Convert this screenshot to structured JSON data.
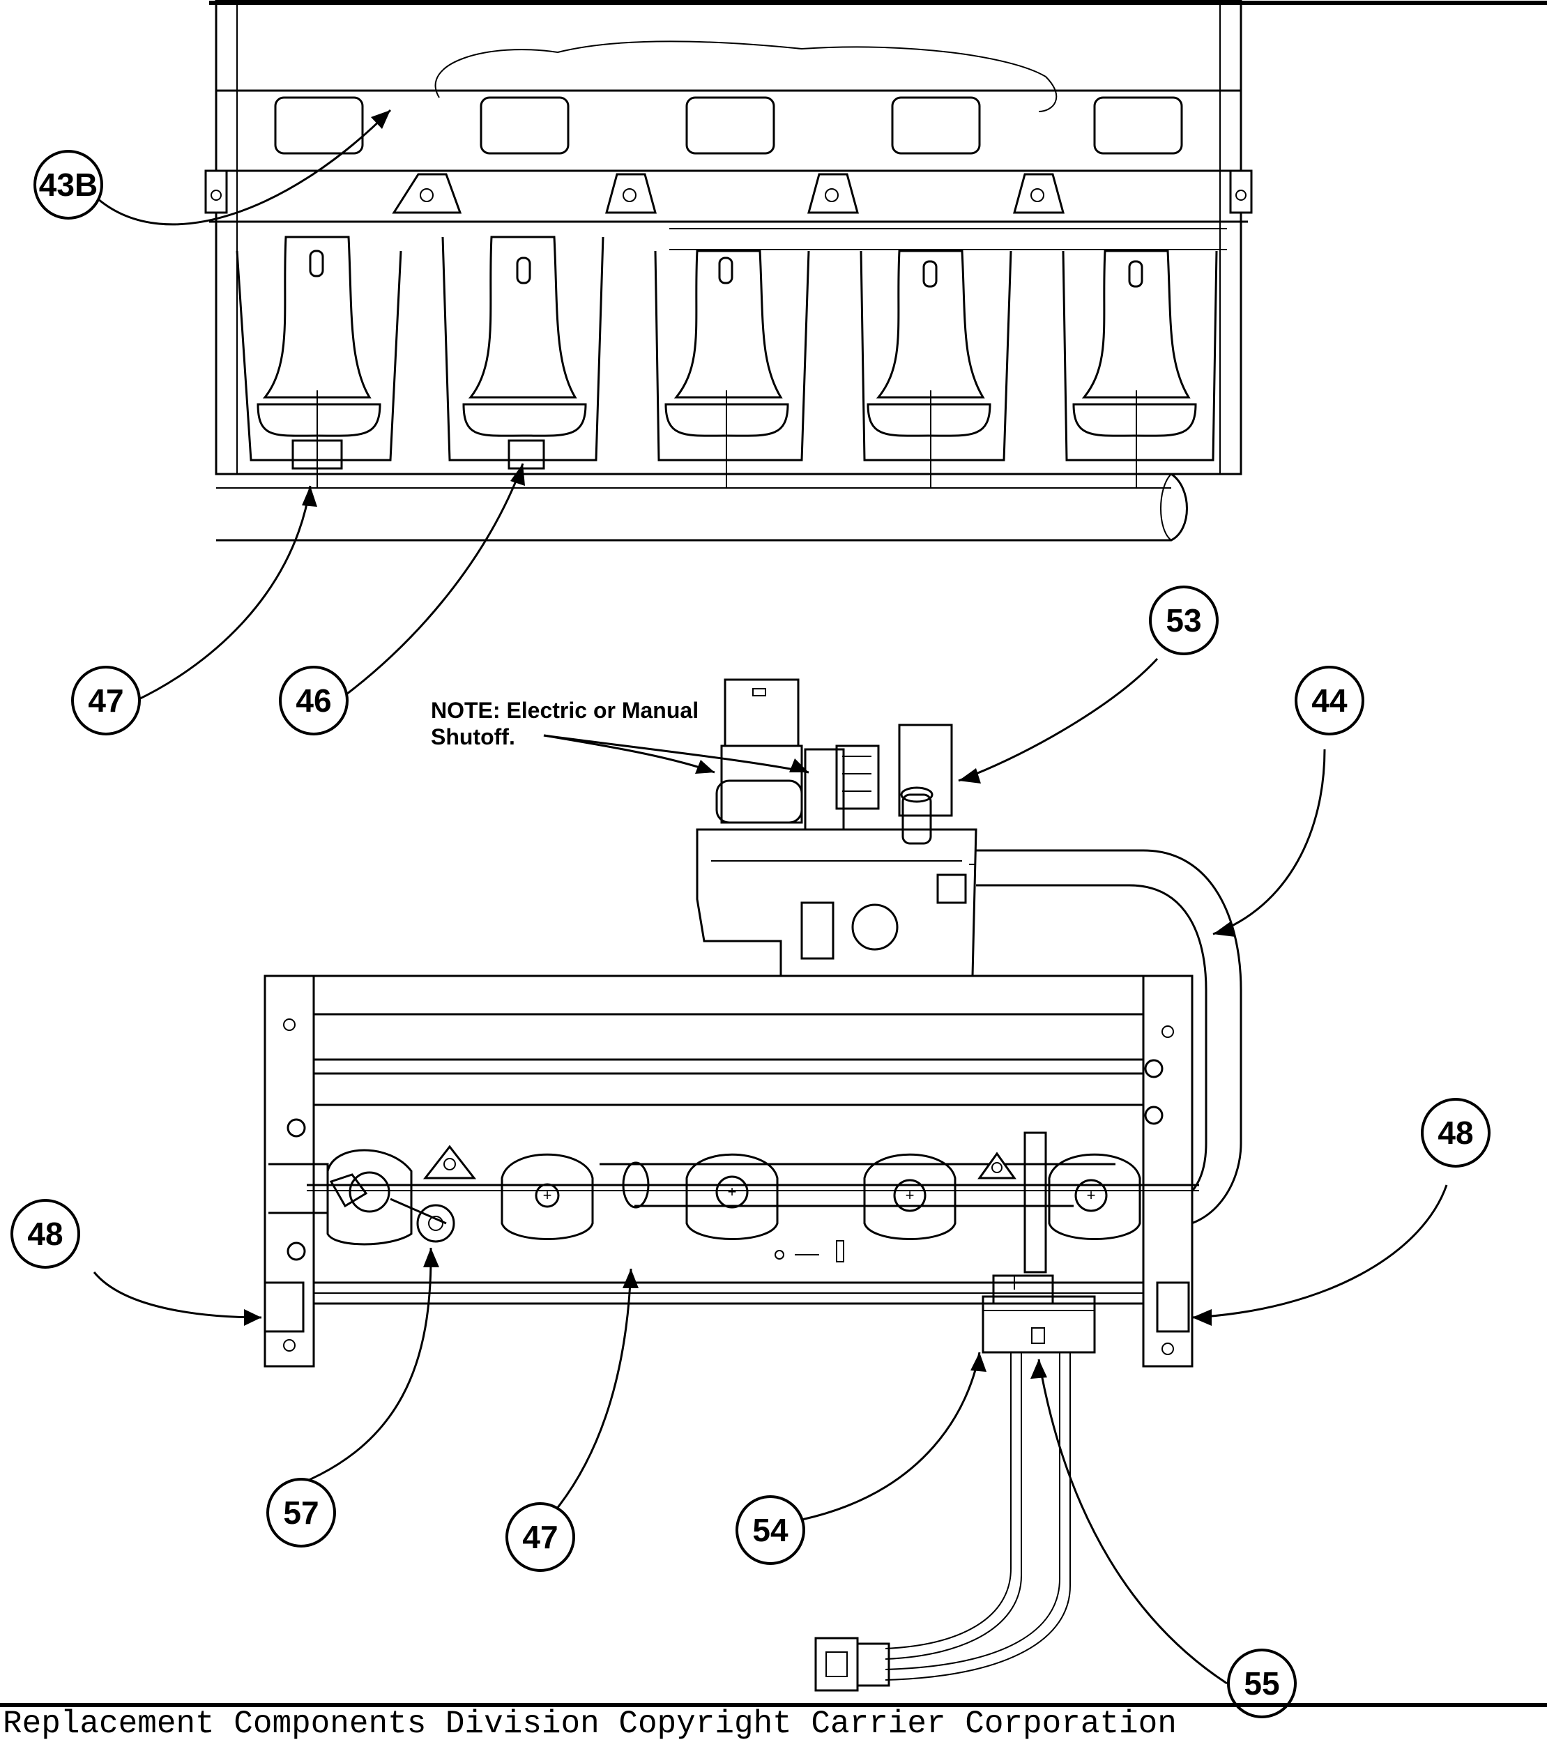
{
  "callouts": {
    "c43b": "43B",
    "c47_top": "47",
    "c46": "46",
    "c53": "53",
    "c44": "44",
    "c48_right": "48",
    "c48_left": "48",
    "c57": "57",
    "c47_bottom": "47",
    "c54": "54",
    "c55": "55"
  },
  "note": {
    "line1": "NOTE: Electric or Manual",
    "line2": "Shutoff."
  },
  "footer": {
    "text": "Replacement Components Division    Copyright Carrier Corporation"
  }
}
